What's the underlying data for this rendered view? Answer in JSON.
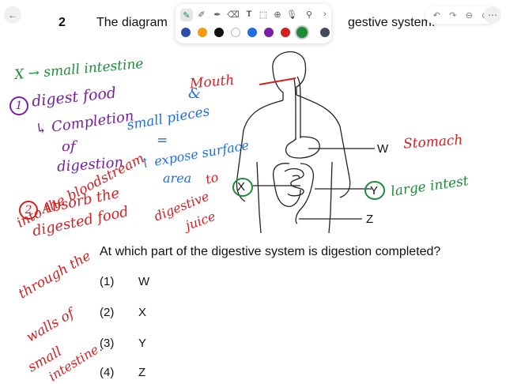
{
  "question": {
    "number": "2",
    "text_part1": "The diagram",
    "text_part2": "gestive system.",
    "prompt": "At which part of the digestive system is digestion completed?",
    "options": [
      {
        "num": "(1)",
        "val": "W"
      },
      {
        "num": "(2)",
        "val": "X"
      },
      {
        "num": "(3)",
        "val": "Y"
      },
      {
        "num": "(4)",
        "val": "Z"
      }
    ]
  },
  "diagram_labels": {
    "w": "W",
    "x": "X",
    "y": "Y",
    "z": "Z"
  },
  "annotations": {
    "green_title": "X → small intestine",
    "green_circle": "1",
    "purple_1": "digest food",
    "purple_2": "↳ Completion",
    "purple_3": "of",
    "purple_4": "digestion",
    "blue_1": "small pieces",
    "blue_and": "&",
    "blue_eq": "=",
    "blue_2": "↑ expose surface",
    "blue_3": "area",
    "red_mouth": "Mouth",
    "red_stomach": "Stomach",
    "red_circle": "2",
    "red_1": "Absorb the",
    "red_2": "digested food",
    "red_3": "into the bloodstream",
    "red_4": "through the",
    "red_5": "walls of",
    "red_6": "small",
    "red_7": "intestine.",
    "red_digestive": "digestive",
    "red_juice": "juice",
    "red_to": "to",
    "green_large": "large intest"
  },
  "toolbar": {
    "tools": [
      "pen-icon",
      "pencil-icon",
      "highlighter-icon",
      "eraser-icon",
      "text-icon",
      "select-icon",
      "add-icon",
      "mic-icon",
      "link-icon",
      "chevron-right-icon"
    ],
    "colors": [
      "#2b4fa8",
      "#f39c12",
      "#111111",
      "#ffffff",
      "#1f6fe0",
      "#7b1fa2",
      "#d62020",
      "#1f8a3a",
      "#444c5c"
    ]
  }
}
